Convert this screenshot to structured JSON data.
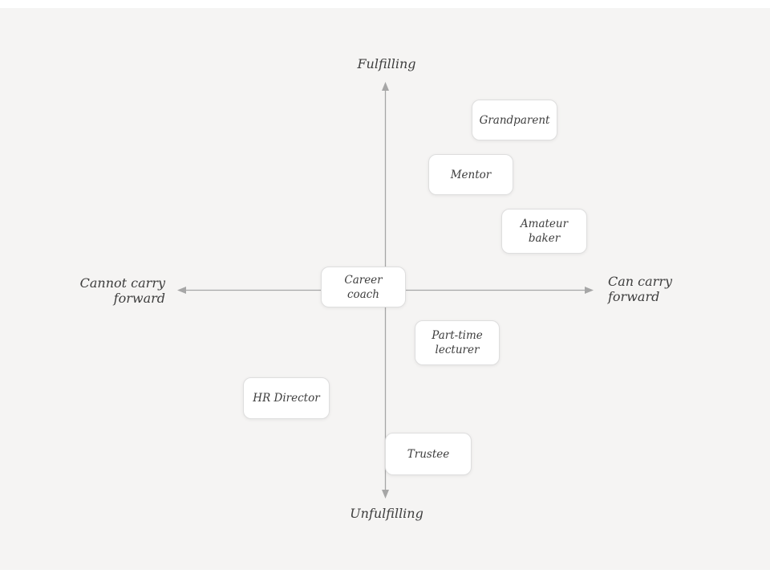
{
  "diagram": {
    "type": "quadrant-matrix",
    "axes": {
      "top_label": "Fulfilling",
      "bottom_label": "Unfulfilling",
      "left_label": "Cannot carry forward",
      "left_label_lines": [
        "Cannot carry",
        "forward"
      ],
      "right_label": "Can carry forward",
      "right_label_lines": [
        "Can carry",
        "forward"
      ]
    },
    "cards": [
      {
        "label": "Grandparent",
        "quadrant": "top-right"
      },
      {
        "label": "Mentor",
        "quadrant": "top-right"
      },
      {
        "label": "Amateur baker",
        "quadrant": "top-right"
      },
      {
        "label": "Career coach",
        "quadrant": "center"
      },
      {
        "label": "Part-time lecturer",
        "quadrant": "bottom-right"
      },
      {
        "label": "HR Director",
        "quadrant": "bottom-left"
      },
      {
        "label": "Trustee",
        "quadrant": "bottom-center"
      }
    ],
    "colors": {
      "background": "#f5f4f3",
      "axis": "#a6a6a6",
      "card_background": "#ffffff",
      "card_border": "#dedede",
      "text": "#3d3d3d"
    }
  }
}
